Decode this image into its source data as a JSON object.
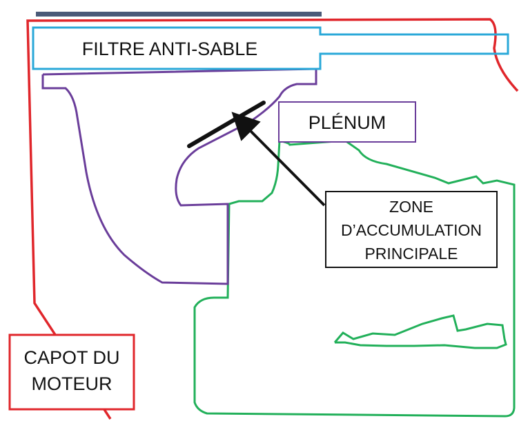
{
  "labels": {
    "filter": "FILTRE ANTI-SABLE",
    "plenum": "PLÉNUM",
    "zone_line1": "ZONE",
    "zone_line2": "D’ACCUMULATION",
    "zone_line3": "PRINCIPALE",
    "hood_line1": "CAPOT DU",
    "hood_line2": "MOTEUR"
  },
  "colors": {
    "hood": "#e0262b",
    "filter": "#29a8d8",
    "plenum": "#6a3d9a",
    "engine": "#22b05a",
    "filter_top_bar": "#4a5a78",
    "arrow": "#111111"
  }
}
